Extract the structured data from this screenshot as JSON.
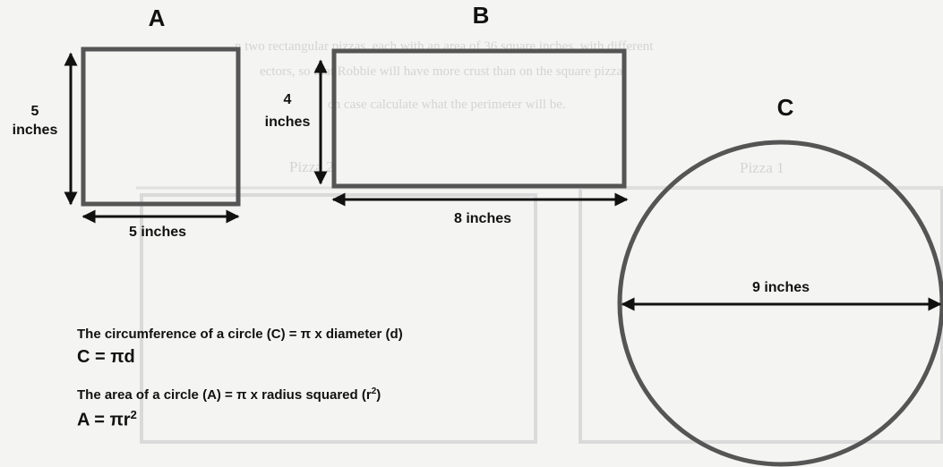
{
  "shapes": {
    "square": {
      "letter": "A",
      "height_label_line1": "5",
      "height_label_line2": "inches",
      "width_label": "5 inches"
    },
    "rectangle": {
      "letter": "B",
      "height_label_line1": "4",
      "height_label_line2": "inches",
      "width_label": "8 inches"
    },
    "circle": {
      "letter": "C",
      "diameter_label": "9 inches"
    }
  },
  "formulas": {
    "circumference_text": "The circumference of a circle (C) = π x diameter (d)",
    "circumference_symbolic": "C = πd",
    "area_text_main": "The area of a circle (A) = π x radius squared (r",
    "area_text_sup": "2",
    "area_text_close": ")",
    "area_symbolic_main": "A = πr",
    "area_symbolic_sup": "2"
  },
  "background_bleed": {
    "line1": "n two rectangular pizzas, each with an area of 36 square inches, with different",
    "line2": "ectors, so that Robbie will have more crust than on the square pizza.",
    "line3": "ch case calculate what the perimeter will be.",
    "label_pizza1": "Pizza 1",
    "label_pizza2": "Pizza 2"
  },
  "colors": {
    "outline": "#555555",
    "arrow": "#111111",
    "ghost": "#d4d4d4"
  }
}
